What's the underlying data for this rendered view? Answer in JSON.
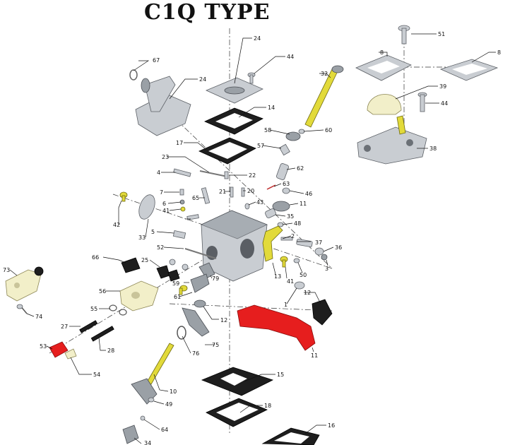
{
  "title": "C1Q TYPE",
  "part_labels": {
    "p1": "1",
    "p2": "2",
    "p3": "3",
    "p4": "4",
    "p5": "5",
    "p6": "6",
    "p7": "7",
    "p8a": "8",
    "p8b": "8",
    "p10": "10",
    "p11a": "11",
    "p11b": "11",
    "p12a": "12",
    "p12b": "12",
    "p13": "13",
    "p14": "14",
    "p15": "15",
    "p16": "16",
    "p17": "17",
    "p18": "18",
    "p20": "20",
    "p21": "21",
    "p22": "22",
    "p23": "23",
    "p24a": "24",
    "p24b": "24",
    "p25": "25",
    "p27": "27",
    "p28": "28",
    "p32": "32",
    "p33": "33",
    "p34": "34",
    "p35": "35",
    "p36": "36",
    "p37": "37",
    "p38": "38",
    "p39": "39",
    "p41": "41",
    "p41b": "41",
    "p42": "42",
    "p43": "43",
    "p44a": "44",
    "p44b": "44",
    "p46": "46",
    "p48": "48",
    "p49": "49",
    "p50": "50",
    "p51": "51",
    "p52": "52",
    "p53": "53",
    "p54": "54",
    "p55": "55",
    "p56": "56",
    "p57": "57",
    "p58": "58",
    "p59": "59",
    "p60": "60",
    "p61": "61",
    "p62": "62",
    "p63": "63",
    "p64": "64",
    "p65": "65",
    "p66": "66",
    "p67": "67",
    "p73": "73",
    "p74": "74",
    "p75": "75",
    "p76": "76",
    "p79": "79"
  },
  "colors": {
    "grey_part": "#c9cdd2",
    "gasket_black": "#1e1e1e",
    "yellow_part": "#e2da3a",
    "cream_part": "#f2efc9",
    "red_part": "#e61e1e"
  }
}
